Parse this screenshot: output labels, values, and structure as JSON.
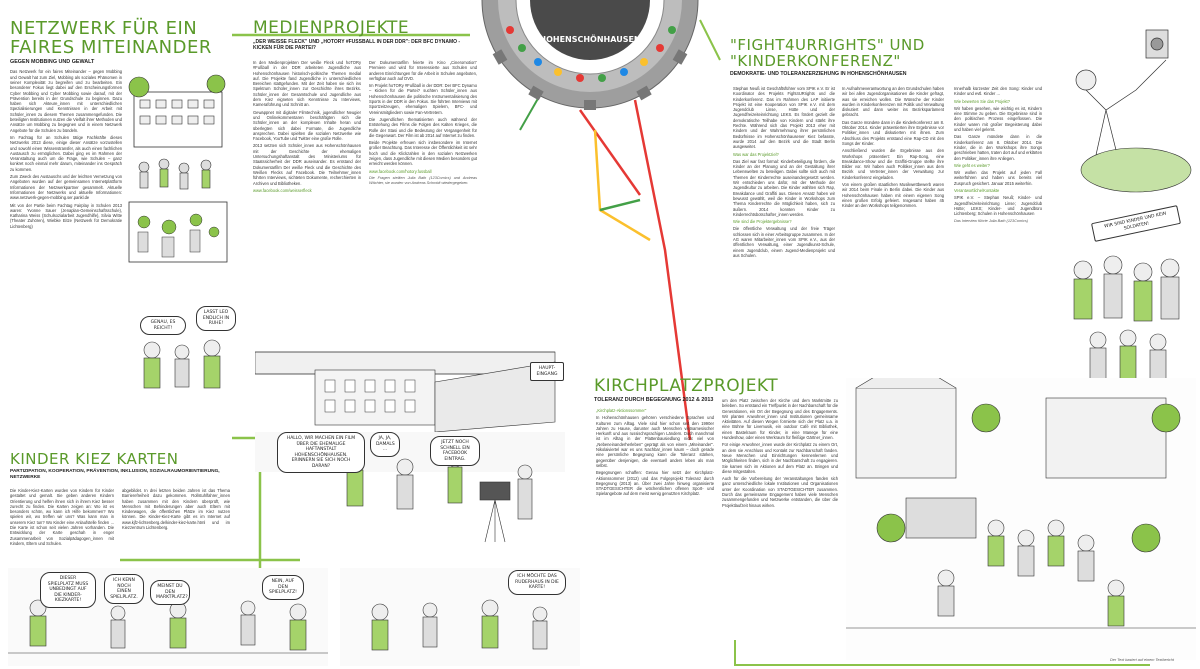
{
  "col1": {
    "title_line1": "NETZWERK FÜR EIN",
    "title_line2": "FAIRES MITEINANDER",
    "subtitle": "GEGEN MOBBING UND GEWALT",
    "body": "Das Netzwerk für ein faires Miteinander – gegen Mobbing und Gewalt hat zum Ziel, Mobbing als soziales Phänomen in seiner Komplexität zu begreifen und zu bearbeiten. Ein besonderer Fokus liegt dabei auf den Erscheinungsformen Cyber Mobbing und Cyber Mobbing sowie darauf, mit der Prävention bereits in der Grundschule zu beginnen. Dazu haben sich Akteure_innen mit unterschiedlichen Spezialisierungen und Kenntnissen in der Arbeit mit Schüler_innen zu diesem Themen zusammengefunden. Die beteiligten Institutionen nutzen die Vielfalt ihrer Methoden und Ansätze um Mobbing zu begegnen und in einem Netzwerk Angebote für die Schulen zu bündeln.",
    "body2": "Im Fachtag für an Schulen tätige Fachkräfte dieses Netzwerks 2013 diese, einige dieser Ansätze vorzustellen und sowohl einen Wissenstransfer, als auch einen fachlichen Austausch zu ermöglichen. Dabei ging es im Rahmen der Veranstaltung auch um die Frage, wie Schulen – ganz konkret noch einmal mehr darum, miteinander ins Gespräch zu kommen.",
    "body3": "Zum Zweck des Austauschs und der leichten Vernetzung von Angeboten wurden auf der gemeinsamen Internetplattform Informationen der Netzwerkpartner gesammelt. Aktuelle Informationen der Netzwerks und aktuelle Informationen: www.netzwerk-gegen-mobbing.ser.pankl.de",
    "body4": "Mit von der Partie beim Fachtag Fairplay in Schulen 2013 waren: Yvonne Sauer (Jenaplan-Gemeinschaftsschule), Katharina Weiss (Schulsozialarbeit Jugendhilfe), Silvia Witte (Theater Zuhören), Wiebke Eitze (Netzwerk für Demokratie Lichtenberg)",
    "bubble1": "GENAU, ES REICHT!",
    "bubble2": "LASST LEO ENDLICH IN RUHE!",
    "title2": "KINDER KIEZ KARTEN",
    "subtitle2": "PARTIZIPATION, KOOPERATION, PRÄVENTION, INKLUSION, SOZIALRAUMORIENTIERUNG, NETZWERKE",
    "body5": "Die Kinder-Kiez-Karten wurden von Kindern für Kinder gestaltet und gemalt. Sie geben anderen Kindern Orientierung und helfen ihnen sich in ihrem Kiez besser zurecht zu finden. Die Karten zeigen an: Wo ist es besonders schön, wo kann ich Hilfe bekommen? Wo spielen wir, wo treffen wir uns? Was kann man in unserem Kiez tun? Wo Kinder eine Anlaufstelle finden ... Die Karte ist schon seit vielen Jahren vorhanden. Die Entwicklung der Karte geschah in enger Zusammenarbeit von Sozialpädagogen_innen mit Kindern, Eltern und Schulen.",
    "body6": "abgebildet. In drei letzten beiden Jahren ist das Thema Barrierefreiheit dazu gekommen. Rollstuhlfahrer_innen haben zusammen mit den Kindern überprüft, wie Menschen mit Behinderungen aber auch Eltern mit Kinderwagen, die öffentlichen Plätze im Kiez nutzen können. Die Kinder-Kiez-Karte gibt es im Internet auf www.kjfz-lichtenberg.de/kinder-kiez-karte.html und im Kiezzentrum Lichtenberg.",
    "b_comic1": "DIESER SPIELPLATZ MUSS UNBEDINGT AUF DIE KINDER-KIEZKARTE!",
    "b_comic2": "ICH KENN NOCH EINEN SPIELPLATZ.",
    "b_comic3": "MEINST DU DEN MARKTPLATZ?",
    "b_comic4": "NEIN, AUF DEN SPIELPLATZ!",
    "b_comic5": "ICH MÖCHTE DAS RUDERHAUS IN DIE KARTE!"
  },
  "col2": {
    "title": "MEDIENPROJEKTE",
    "subtitle": "„DER WEISSE FLECK\" UND „hoTORy #FUSSBALL IN DER DDR\": DER BFC DYNAMO - KICKEN FÜR DIE PARTEI?",
    "body": "In den Medienprojekten Der weiße Fleck und hoTORy #Fußball in der DDR arbeiteten Jugendliche aus Hohenschönhausen historisch-politische Themen medial auf. Die Projekte fand Jugendliche in unterschiedlichen Bereichen stattgefunden. Mit der Zeit haben sie sich ins Spektrum Schüler_innen zur Geschichte ihres Bezirks. Schüler_innen der Gesamtschule und Jugendliche aus dem Kiez eigneten sich Kenntnisse zu Interviews, Kameraführung und Schnitt an.",
    "body2": "Gewappnet mit digitaler Filmtechnik, jugendlicher Neugier und Onlinekommentaren beschäftigten sich die Schüler_innen an der komplexen Inhalte heran und überlegten sich dabei Formate, die Jugendliche ansprechen. Dabei spielten die sozialen Netzwerke wie Facebook, YouTube und Twitter eine große Rolle.",
    "body3": "2013 setzten sich Schüler_innen aus Hohenschönhausen mit der Geschichte der ehemaligen Untersuchungshaftanstalt des Ministeriums für Staatssicherheit der DDR auseinander. Es entstand der Dokumentarfilm Der weiße Fleck und die Geschichte des Weißen Flecks auf Facebook. Die Teilnehmer_innen führten Interviews, sichteten Dokumente, recherchierten in Archiven und Bibliotheken.",
    "body4": "Der Dokumentarfilm feierte im Kino „Cineromotion\" Premiere und wird für Interessierte aus Schulen und anderen Einrichtungen für die Arbeit in Schulen angeboten, verfügbar auch auf DVD.",
    "body5": "Im Projekt hoTORy #Fußball in der DDR: Der BFC Dynamo – Kicken für die Partei? suchten Schüler_innen aus Hohenschönhausen die politische Instrumentalisierung des Sports in der DDR in den Fokus. Sie führten Interviews mit Sportzeitzeugen, ehemaligen Spielern, BFC- und Vereinsmitgliedern sowie Fan-Vertretern.",
    "body6": "Die Jugendlichen thematisierten auch während der Entstehung des Films die Folgen des Kalten Krieges, die Rolle der Stasi und die Bedeutung der Vergangenheit für die Gegenwart. Der Film ist ab 2014 auf Internet zu finden.",
    "body7": "Beide Projekte erfreuen sich insbesondere im Internet großer Beachtung. Das Interesse der Öffentlichkeit ist sehr hoch und die Klickzahlen in den sozialen Netzwerken zeigen, dass Jugendliche mit diesen Medien besonders gut erreicht werden können.",
    "link1": "www.facebook.com/weisserfleck",
    "link2": "www.facebook.com/hotory.fussball",
    "caption": "Die Fragen stellten Julia Bath (123Comics) und Andreas Wächter, sie wurden von Andreas Schmidt wiedergegeben.",
    "bubble1": "HALLO, WIR MACHEN EIN FILM ÜBER DIE EHEMALIGE HAFTANSTALT HOHENSCHÖNHAUSEN. ERINNERN SIE SICH NOCH DARAN?",
    "bubble2": "JA, JA, DAMALS ...",
    "bubble3": "JETZT NOCH SCHNELL EIN FACEBOOK EINTRAG.",
    "sign": "HAUPT-EINGANG"
  },
  "center": {
    "ring_text": "HOHENSCHÖNHAUSEN"
  },
  "col3": {
    "title_line1": "\"FIGHT4URRIGHTS\" UND",
    "title_line2": "\"KINDERKONFERENZ\"",
    "subtitle": "DEMOKRATIE- UND TOLERANZERZIEHUNG IN HOHENSCHÖNHAUSEN",
    "body": "Stephan Neuß ist Geschäftsführer vom SPIK e.V. Er ist Koordinator des Projekts Fight4URrights und die Kinderkonferenz. Das im Rahmen des LAP initiierte Projekt ist eine Kooperation von SPIK e.V. mit dem Jugendclub Linse, Hütte und der Jugendfreizeiteinrichtung LEKS. Es fördert gezielt die demokratische Teilhabe von Kindern und stärkt ihre Rechte. Während sich das Projekt 2013 eher mit Kindern und der Wahrnehmung ihrer persönlichen Bedürfnisse im Hohenschönhausener Kiez befasste, wurde 2014 auf den Bezirk und die Stadt Berlin ausgeweitet.",
    "q1": "Was war das Projektziel?",
    "body2": "Das Ziel war fast formal: Kinderbeteiligung fördern, die Kinder an der Planung und an der Gestaltung ihrer Lebenswelten zu beteiligen. Dabei sollte sich auch mit Themen der Kinderrechte auseinandergesetzt werden. Wir entschieden uns dafür, mit der Methode der Jugendkultur zu arbeiten. Die Kinder wählten sich Rap, Breakdance und Graffiti aus. Diesen Ansatz haben wir bewusst gewählt, weil die Kinder in Workshops zum Thema Kinderrechte die Möglichkeit haben, sich zu äußern. 2014 konnten Kinder zu Kinderrechtsbotschafter_innen werden.",
    "q2": "Wie sind die Projektergebnisse?",
    "body3": "Die öffentliche Verwaltung und der freie Träger schlossen sich in einer Arbeitsgruppe zusammen. In der AG waren Mitarbeiter_innen vom SPIK e.V., aus der öffentlichen Verwaltung, einer Jugendkunst-Schule, einem Jugendclub, einem Jugend-Medienprojekt und aus Schulen.",
    "body4": "In Aufnahmeverantwortung an den Grundschulen haben wir bei allen Jugendorganisationen die Kinder gefragt, was sie erreichen wollen. Die Wünsche der Kinder wurden in Kinderkonferenzen mit Politik und Verwaltung diskutiert und dann weiter ins Bezirksparlament gebracht.",
    "body5": "Das Ganze mündete dann in die Kinderkonferenz am 8. Oktober 2014. Kinder präsentierten ihre Ergebnisse vor Politiker_innen und diskutierten mit ihnen. Zum Abschluss des Projekts entstand eine Rap-CD mit den Songs der Kinder.",
    "body6": "Anschließend wurden die Ergebnisse aus den Workshops präsentiert: Ein Rap-Song, eine Breakdance-Show und die Graffiti-Gruppe stellte ihre Bilder vor. Wir haben auch Politiker_innen aus dem Bezirk und Vertreter_innen der Verwaltung zur Kinderkonferenz eingeladen.",
    "body7": "Von einem großen staatlichen Musikwettbewerb waren wir 2014 beim Finale in Berlin dabei. Die Kinder aus Hohenschönhausen haben mit einem eigenen Song einen großen Erfolg gefeiert. Insgesamt haben 45 Kinder an den Workshops teilgenommen.",
    "side1": "Innerhalb kürzester Zeit den Song: Kinder und Kinder und evtl. Kinder ...",
    "q3": "Wie bewerten Sie das Projekt?",
    "side2": "Wir haben gesehen, wie wichtig es ist, Kindern eine Stimme zu geben. Die Ergebnisse sind in den politischen Prozess eingeflossen. Die Kinder waren mit großer Begeisterung dabei und haben viel gelernt.",
    "side3": "Das Ganze mündete dann in die Kinderkonferenz am 8. Oktober 2014. Die Kinder, die in den Workshops ihre Songs geschrieben hatten, traten dort auf und erklärten den Politiker_innen ihre Anliegen.",
    "q4": "Wie geht es weiter?",
    "side4": "Wir wollen das Projekt auf jeden Fall weiterführen und haben uns bereits viel Zuspruch gesichert. Januar 2015 weiterhin.",
    "contact_h": "Verantwortliche/Kontakte",
    "contact": "SPIK e.V. – Stephan Neuß; Kinder- und Jugendfreizeiteinrichtung Linse; Jugendclub Hütte; LEKS; Kinder- und Jugendbüro Lichtenberg; Schulen in Hohenschönhausen",
    "caption": "Das Interview führte Julia Bath (123Comics)",
    "sign": "WIR SIND KINDER UND KEIN SOLDATEN!"
  },
  "col4": {
    "title": "KIRCHPLATZPROJEKT",
    "subtitle": "TOLERANZ DURCH BEGEGNUNG 2012 & 2013",
    "q": "„Kirchplatz-Aktionssommer\"",
    "body": "In Hohenschönhausen gehören verschiedene Sprachen und Kulturen zum Alltag. Viele sind hier schon seit den 1990er Jahren zu Hause, darunter auch Menschen vietnamesischer Herkunft und aus russischsprachigen Ländern. Doch manchmal ist im Alltag in der Plattenbausiedlung nicht viel von „Nebeneinanderherleben\" geprägt als von einem „Miteinander\". Nikolaiviertel war es uns Nachbar_innen kaum – doch gerade eine persönliche Begegnung kann die Toleranz stärken, gegenüber denjenigen, die eventuell anders leben als man selbst.",
    "body2": "Begegnungen schaffen: Genau hier setzt der Kirchplatz-Aktionssommer (2012) und das Folgeprojekt Toleranz durch Begegnung (2013) an. Über zwei Jahre hinweg organisierte STADTGESICHTER die wöchentlichen offenen Sport- und Spielangebote auf dem meist wenig genutzten Kirchplatz.",
    "body3": "um den Platz zwischen der Kirche und dem Marktmitte zu beleben. So entstand ein Treffpunkt in der Nachbarschaft für die Generationen, ein Ort der Begegnung und des Engagements. Wir planten Anwohner_innen und Institutionen gemeinsame Aktivitäten. Auf diesen Wegen formierte sich der Platz u.a. in eine Bühne für Livemusik, ein outdoor Café mit Bibliothek, einen Bastelraum für Kinder, in eine Manege für eine Hundeshow, oder einen Werkraum für fleißige Gärtner_innen.",
    "body4": "Für einige Anwohner_innen wurde der Kirchplatz zu einem Ort, an dem sie Anschluss und Kontakt zur Nachbarschaft fanden. Neue Menschen und Einrichtungen kennenlernen und Möglichkeiten finden, sich in der Nachbarschaft zu engagieren. Sie kamen sich im Aktionen auf dem Platz an. Bringen und diese mitgestalten.",
    "body5": "Auch für die Vorbereitung der Veranstaltungen fanden sich ganz unterschiedliche lokale Institutionen und Organisationen unter der Koordination von STADTGESICHTER zusammen. Durch das gemeinsame Engagement haben viele Menschen zusammengefunden und Netzwerke entstanden, die über die Projektlaufzeit hinaus wirken.",
    "credit": "Der Text basiert auf einem Textbericht"
  }
}
